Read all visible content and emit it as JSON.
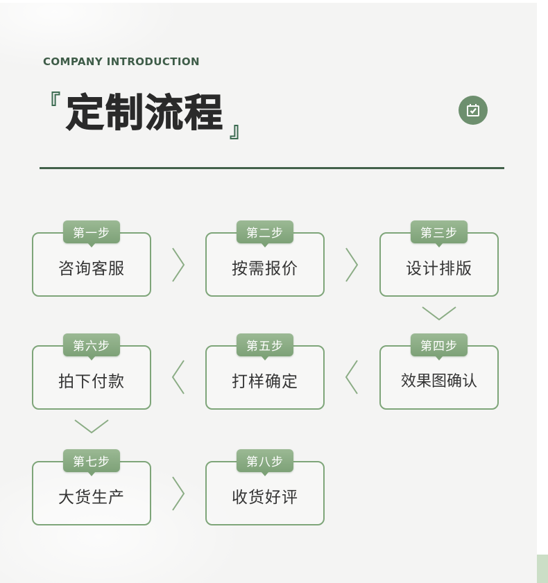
{
  "page": {
    "eyebrow": "COMPANY INTRODUCTION",
    "title": "定制流程",
    "bracket_left": "『",
    "bracket_right": "』"
  },
  "colors": {
    "background": "#f4f4f3",
    "dark_green_text": "#3e5c48",
    "divider_green": "#42614a",
    "badge_green": "#86a880",
    "card_border_green": "#7ea579",
    "arrow_green": "#8aac84",
    "icon_circle_green": "#6d8f6e",
    "corner_block_green": "#cbdec6",
    "title_color": "#2a2a2a",
    "card_text_color": "#333333"
  },
  "icons": {
    "header_icon": "calendar-check-icon"
  },
  "steps": [
    {
      "badge": "第一步",
      "label": "咨询客服"
    },
    {
      "badge": "第二步",
      "label": "按需报价"
    },
    {
      "badge": "第三步",
      "label": "设计排版"
    },
    {
      "badge": "第四步",
      "label": "效果图确认"
    },
    {
      "badge": "第五步",
      "label": "打样确定"
    },
    {
      "badge": "第六步",
      "label": "拍下付款"
    },
    {
      "badge": "第七步",
      "label": "大货生产"
    },
    {
      "badge": "第八步",
      "label": "收货好评"
    }
  ],
  "flow_order": "1→2→3 ↓ 4→5→6 ↓ 7→8"
}
